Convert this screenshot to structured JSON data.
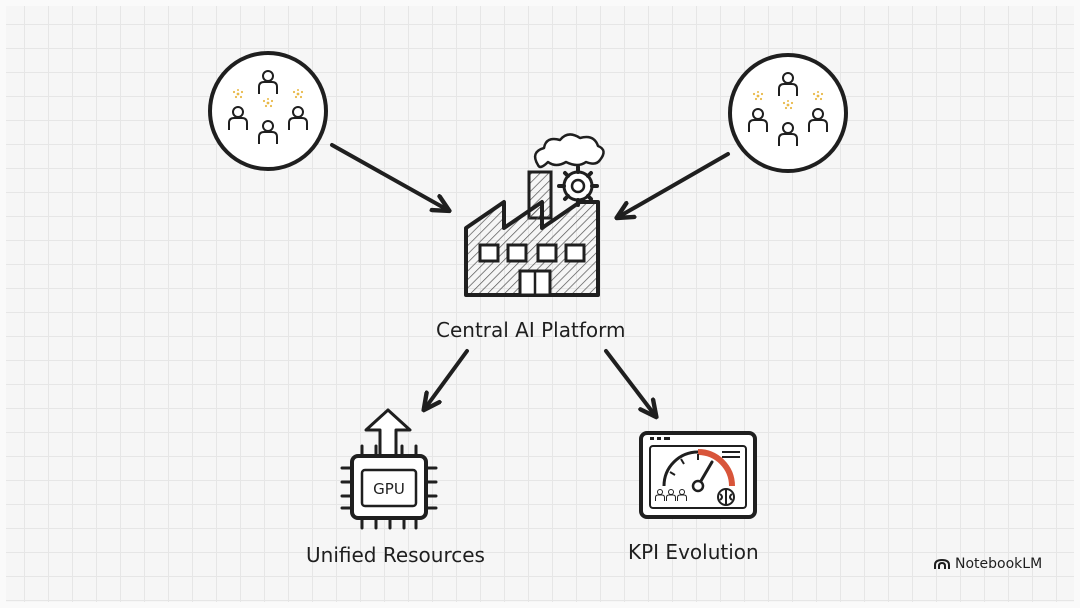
{
  "nodes": {
    "central": "Central AI Platform",
    "unified": "Unified Resources",
    "kpi": "KPI Evolution",
    "gpu_chip_text": "GPU"
  },
  "brand": {
    "name": "NotebookLM",
    "icon": "notebooklm-logo-icon"
  },
  "colors": {
    "ink": "#1f1f1f",
    "spark": "#e9b949",
    "gauge_red": "#d8553a"
  }
}
